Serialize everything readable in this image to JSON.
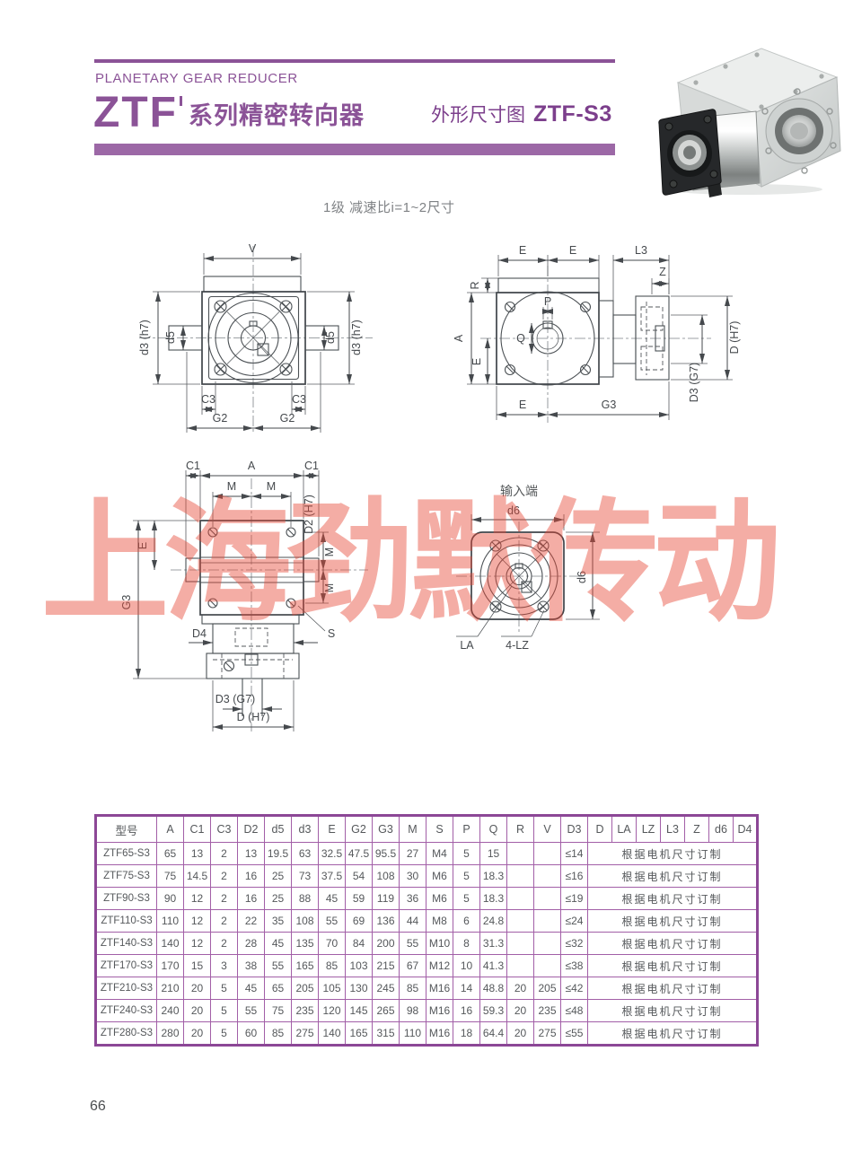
{
  "header": {
    "eyebrow": "PLANETARY GEAR REDUCER",
    "series": "ZTF",
    "series_suffix": "系列精密转向器",
    "dim_label": "外形尺寸图",
    "dim_model": "ZTF-S3"
  },
  "subtitle": "1级 减速比i=1~2尺寸",
  "watermark": "上海劲默传动",
  "drawings": {
    "front": {
      "v": "V",
      "d3_left": "d3 (h7)",
      "d3_right": "d3 (h7)",
      "d5_left": "d5",
      "d5_right": "d5",
      "c3_left": "C3",
      "c3_right": "C3",
      "g2_left": "G2",
      "g2_right": "G2"
    },
    "side": {
      "e_top1": "E",
      "e_top2": "E",
      "l3": "L3",
      "z": "Z",
      "r": "R",
      "a": "A",
      "e_left": "E",
      "p": "P",
      "q": "Q",
      "d": "D (H7)",
      "d3": "D3 (G7)",
      "e_bottom": "E",
      "g3": "G3"
    },
    "top": {
      "c1_left": "C1",
      "a": "A",
      "c1_right": "C1",
      "m_top1": "M",
      "m_top2": "M",
      "e": "E",
      "g3": "G3",
      "d4": "D4",
      "s": "S",
      "d2": "D2 (H7)",
      "m_r1": "M",
      "m_r2": "M",
      "d3": "D3 (G7)",
      "d": "D (H7)"
    },
    "input": {
      "title": "输入端",
      "d6_top": "d6",
      "d6_right": "d6",
      "la": "LA",
      "lz": "4-LZ"
    }
  },
  "table": {
    "columns": [
      "型号",
      "A",
      "C1",
      "C3",
      "D2",
      "d5",
      "d3",
      "E",
      "G2",
      "G3",
      "M",
      "S",
      "P",
      "Q",
      "R",
      "V",
      "D3",
      "D",
      "LA",
      "LZ",
      "L3",
      "Z",
      "d6",
      "D4"
    ],
    "rows": [
      {
        "model": "ZTF65-S3",
        "values": [
          "65",
          "13",
          "2",
          "13",
          "19.5",
          "63",
          "32.5",
          "47.5",
          "95.5",
          "27",
          "M4",
          "5",
          "15",
          "",
          "",
          "≤14"
        ],
        "note": "根据电机尺寸订制"
      },
      {
        "model": "ZTF75-S3",
        "values": [
          "75",
          "14.5",
          "2",
          "16",
          "25",
          "73",
          "37.5",
          "54",
          "108",
          "30",
          "M6",
          "5",
          "18.3",
          "",
          "",
          "≤16"
        ],
        "note": "根据电机尺寸订制"
      },
      {
        "model": "ZTF90-S3",
        "values": [
          "90",
          "12",
          "2",
          "16",
          "25",
          "88",
          "45",
          "59",
          "119",
          "36",
          "M6",
          "5",
          "18.3",
          "",
          "",
          "≤19"
        ],
        "note": "根据电机尺寸订制"
      },
      {
        "model": "ZTF110-S3",
        "values": [
          "110",
          "12",
          "2",
          "22",
          "35",
          "108",
          "55",
          "69",
          "136",
          "44",
          "M8",
          "6",
          "24.8",
          "",
          "",
          "≤24"
        ],
        "note": "根据电机尺寸订制"
      },
      {
        "model": "ZTF140-S3",
        "values": [
          "140",
          "12",
          "2",
          "28",
          "45",
          "135",
          "70",
          "84",
          "200",
          "55",
          "M10",
          "8",
          "31.3",
          "",
          "",
          "≤32"
        ],
        "note": "根据电机尺寸订制"
      },
      {
        "model": "ZTF170-S3",
        "values": [
          "170",
          "15",
          "3",
          "38",
          "55",
          "165",
          "85",
          "103",
          "215",
          "67",
          "M12",
          "10",
          "41.3",
          "",
          "",
          "≤38"
        ],
        "note": "根据电机尺寸订制"
      },
      {
        "model": "ZTF210-S3",
        "values": [
          "210",
          "20",
          "5",
          "45",
          "65",
          "205",
          "105",
          "130",
          "245",
          "85",
          "M16",
          "14",
          "48.8",
          "20",
          "205",
          "≤42"
        ],
        "note": "根据电机尺寸订制"
      },
      {
        "model": "ZTF240-S3",
        "values": [
          "240",
          "20",
          "5",
          "55",
          "75",
          "235",
          "120",
          "145",
          "265",
          "98",
          "M16",
          "16",
          "59.3",
          "20",
          "235",
          "≤48"
        ],
        "note": "根据电机尺寸订制"
      },
      {
        "model": "ZTF280-S3",
        "values": [
          "280",
          "20",
          "5",
          "60",
          "85",
          "275",
          "140",
          "165",
          "315",
          "110",
          "M16",
          "18",
          "64.4",
          "20",
          "275",
          "≤55"
        ],
        "note": "根据电机尺寸订制"
      }
    ]
  },
  "page_number": "66",
  "colors": {
    "accent": "#8b5397",
    "bar": "#9c68a6",
    "table_grid": "#a25fa7",
    "table_frame": "#8c4796",
    "watermark": "#e84938"
  }
}
